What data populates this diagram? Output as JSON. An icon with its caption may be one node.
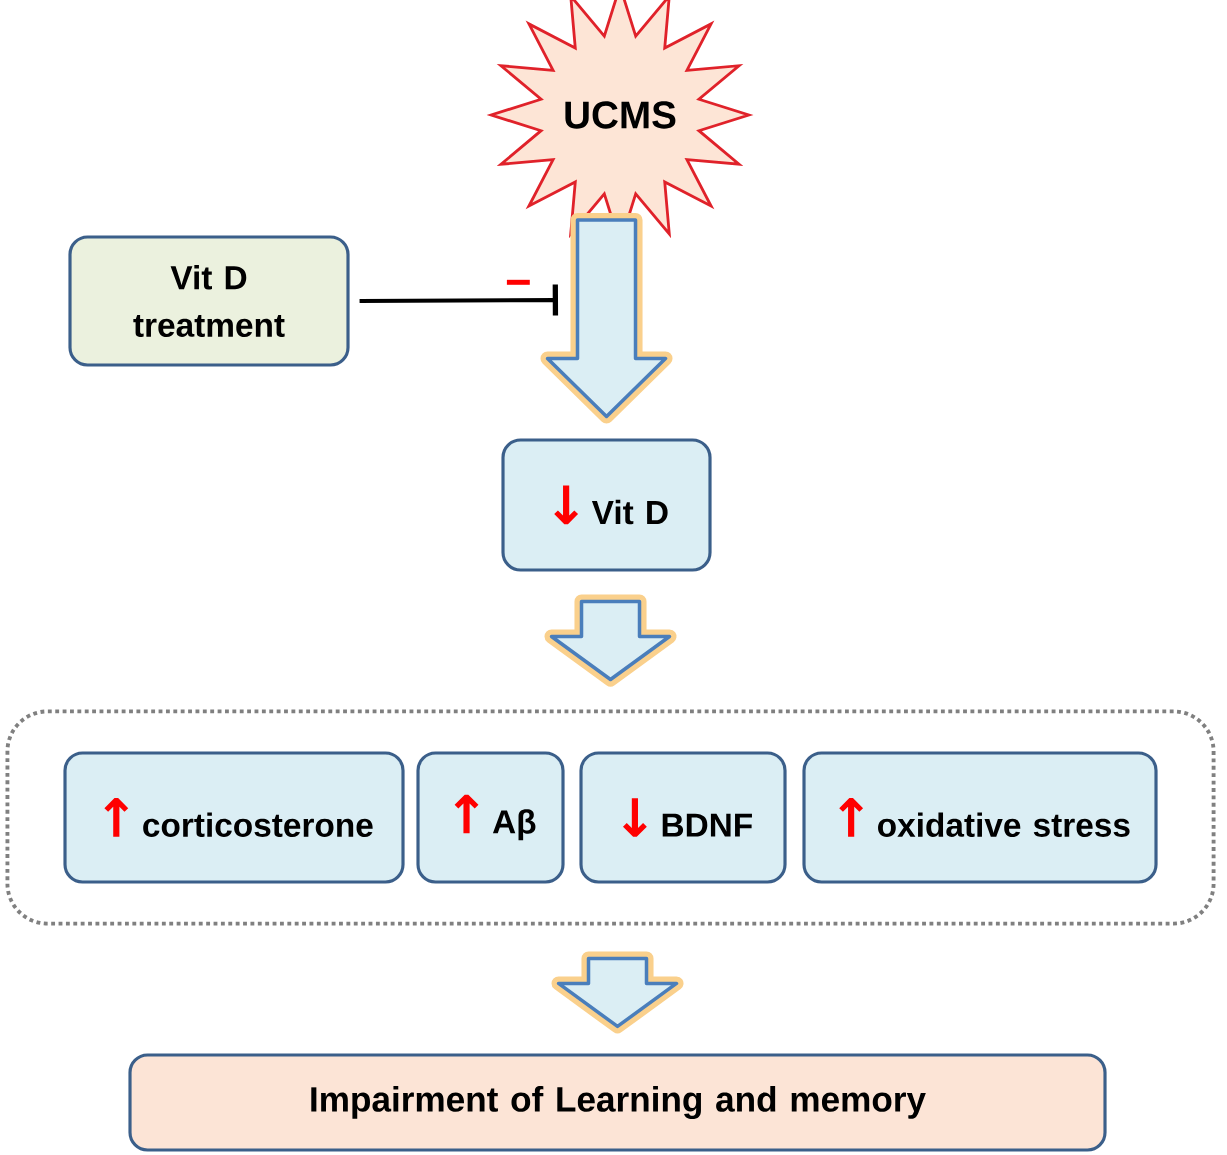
{
  "diagram": {
    "nodes": [
      {
        "text": [
          "UCMS"
        ]
      },
      {
        "text": [
          "Vit D treatment"
        ]
      },
      {
        "text": [
          "↓",
          "Vit D"
        ]
      },
      {
        "text": [],
        "shape": "box"
      },
      {
        "text": [
          "↑",
          "corticosterone"
        ],
        "in": 3
      },
      {
        "text": [
          "↑",
          "Aβ"
        ],
        "in": 3
      },
      {
        "text": [
          "↓",
          "BDNF"
        ],
        "in": 3
      },
      {
        "text": [
          "↑",
          "oxidative stress"
        ],
        "in": 3
      },
      {
        "text": [
          "Impairment of Learning and memory"
        ]
      }
    ],
    "edges": [
      {
        "from": 0,
        "to": 2,
        "arrow": "to"
      },
      {
        "from": 2,
        "to": 3,
        "arrow": "to"
      },
      {
        "from": 3,
        "to": 8,
        "arrow": "to"
      },
      {
        "from": 1,
        "to": null,
        "arrow": "other",
        "label": "−",
        "color": "#000000"
      }
    ]
  }
}
